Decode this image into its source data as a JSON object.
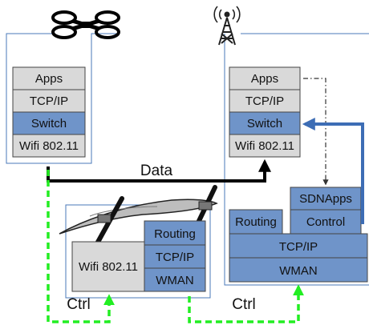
{
  "drone_node": {
    "layers": [
      "Apps",
      "TCP/IP",
      "Switch",
      "Wifi 802.11"
    ],
    "icon": "quadcopter-drone-icon"
  },
  "base_station": {
    "layers": [
      "Apps",
      "TCP/IP",
      "Switch",
      "Wifi 802.11"
    ],
    "icon": "radio-tower-icon",
    "sdn_apps": "SDNApps",
    "control": "Control",
    "routing": "Routing",
    "tcpip": "TCP/IP",
    "wman": "WMAN"
  },
  "fixed_wing_node": {
    "icon": "fixed-wing-uav-icon",
    "wifi": "Wifi 802.11",
    "routing": "Routing",
    "tcpip": "TCP/IP",
    "wman": "WMAN"
  },
  "links": {
    "data": "Data",
    "ctrl_left": "Ctrl",
    "ctrl_right": "Ctrl"
  },
  "colors": {
    "gray_layer": "#d9d9d9",
    "blue_layer": "#6f94c9",
    "border": "#444444",
    "frame": "#4a78b8",
    "control_link": "#3d6db5",
    "data_link": "#000000",
    "ctrl_link": "#22ee22"
  }
}
